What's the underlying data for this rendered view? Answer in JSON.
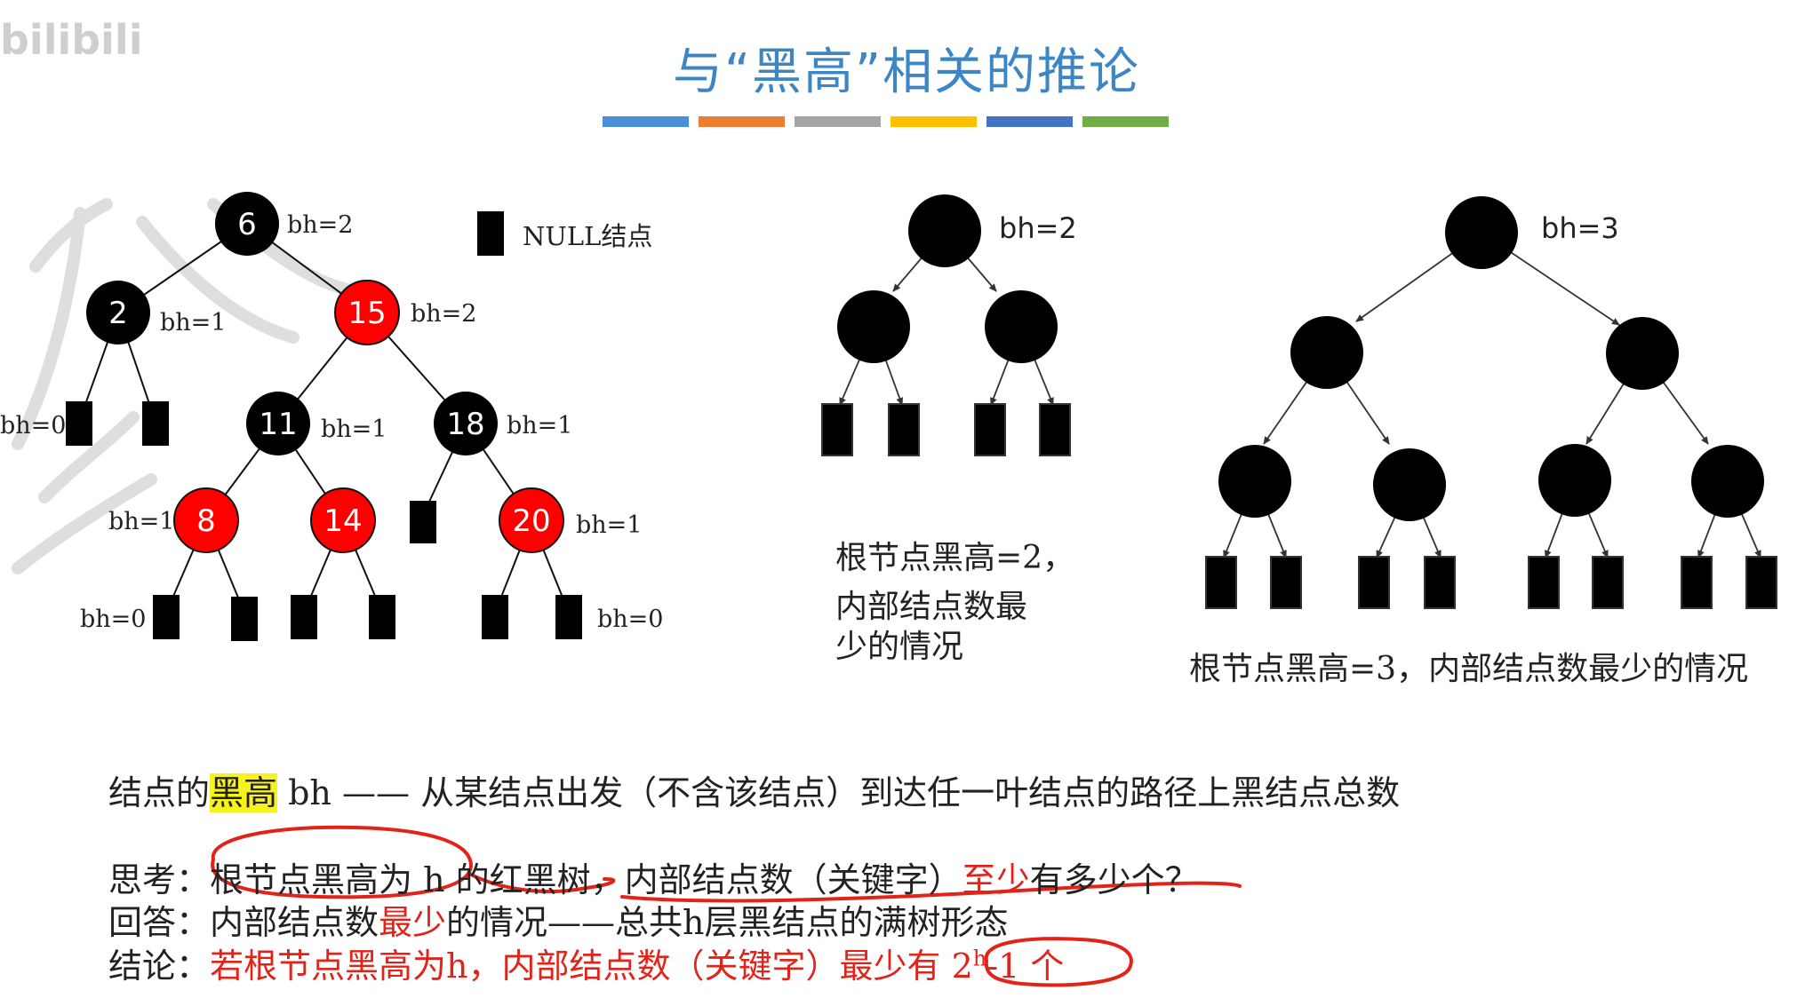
{
  "watermark": "bilibili",
  "title": "与“黑高”相关的推论",
  "colors": {
    "red_node": "#ff0000",
    "black_node": "#000000",
    "title_blue": "#3d86c6",
    "annotation_red": "#e2231a",
    "highlight": "#f7f21c"
  },
  "color_bar": [
    "#4a90d9",
    "#ed7d31",
    "#a5a5a5",
    "#ffc000",
    "#4472c4",
    "#70ad47"
  ],
  "legend": {
    "label": "NULL结点"
  },
  "tree1": {
    "nodes": [
      {
        "key": "6",
        "color": "black",
        "bh": "bh=2"
      },
      {
        "key": "2",
        "color": "black",
        "bh": "bh=1"
      },
      {
        "key": "15",
        "color": "red",
        "bh": "bh=2"
      },
      {
        "key": "11",
        "color": "black",
        "bh": "bh=1"
      },
      {
        "key": "18",
        "color": "black",
        "bh": "bh=1"
      },
      {
        "key": "8",
        "color": "red",
        "bh": "bh=1"
      },
      {
        "key": "14",
        "color": "red",
        "bh": ""
      },
      {
        "key": "20",
        "color": "red",
        "bh": "bh=1"
      }
    ],
    "leaf_labels": {
      "left_top": "bh=0",
      "left_bottom": "bh=0",
      "right_bottom": "bh=0"
    }
  },
  "tree2": {
    "root_label": "bh=2",
    "caption": [
      "根节点黑高=2，",
      "内部结点数最",
      "少的情况"
    ]
  },
  "tree3": {
    "root_label": "bh=3",
    "caption": "根节点黑高=3，内部结点数最少的情况"
  },
  "definition": {
    "p1": "结点的",
    "hl": "黑高",
    "p2": " bh —— 从某结点出发（不含该结点）到达任一叶结点的路径上黑结点总数"
  },
  "think": {
    "label": "思考：",
    "p1": "根节点黑高为 h 的红黑树，内部结点数（关键字）",
    "red": "至少",
    "p2": "有多少个？"
  },
  "answer": {
    "label": "回答：",
    "p1": "内部结点数",
    "red": "最少",
    "p2": "的情况——总共h层黑结点的满树形态"
  },
  "conclusion": {
    "label": "结论：",
    "p1": "若根节点黑高为h，内部结点数（关键字）最少有 ",
    "base": "2",
    "exp": "h",
    "tail": "-1 个"
  }
}
